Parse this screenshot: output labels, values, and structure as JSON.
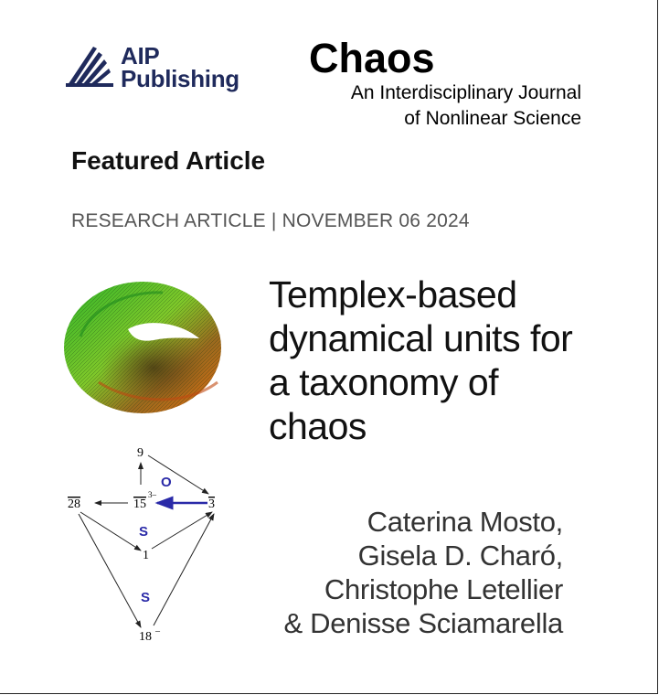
{
  "publisher": {
    "logo_text_line1": "AIP",
    "logo_text_line2": "Publishing"
  },
  "journal": {
    "name": "Chaos",
    "subtitle_line1": "An Interdisciplinary Journal",
    "subtitle_line2": "of Nonlinear Science"
  },
  "featured_label": "Featured Article",
  "meta_line": "RESEARCH ARTICLE | NOVEMBER 06 2024",
  "article": {
    "title_lines": [
      "Templex-based",
      "dynamical units for",
      "a taxonomy of",
      "chaos"
    ]
  },
  "authors": [
    "Caterina Mosto,",
    "Gisela D. Charó,",
    "Christophe Letellier",
    "& Denisse Sciamarella"
  ],
  "diagram": {
    "nodes": {
      "n9": "9",
      "n28": "28",
      "n15": "15",
      "n15_sup": "3–",
      "n3": "3",
      "n1": "1",
      "n18": "18",
      "n18_sup": "–"
    },
    "labels": {
      "o": "O",
      "s1": "S",
      "s2": "S"
    }
  },
  "colors": {
    "publisher_navy": "#1f2a5c",
    "diagram_blue": "#2a2aa8",
    "meta_gray": "#555555"
  }
}
